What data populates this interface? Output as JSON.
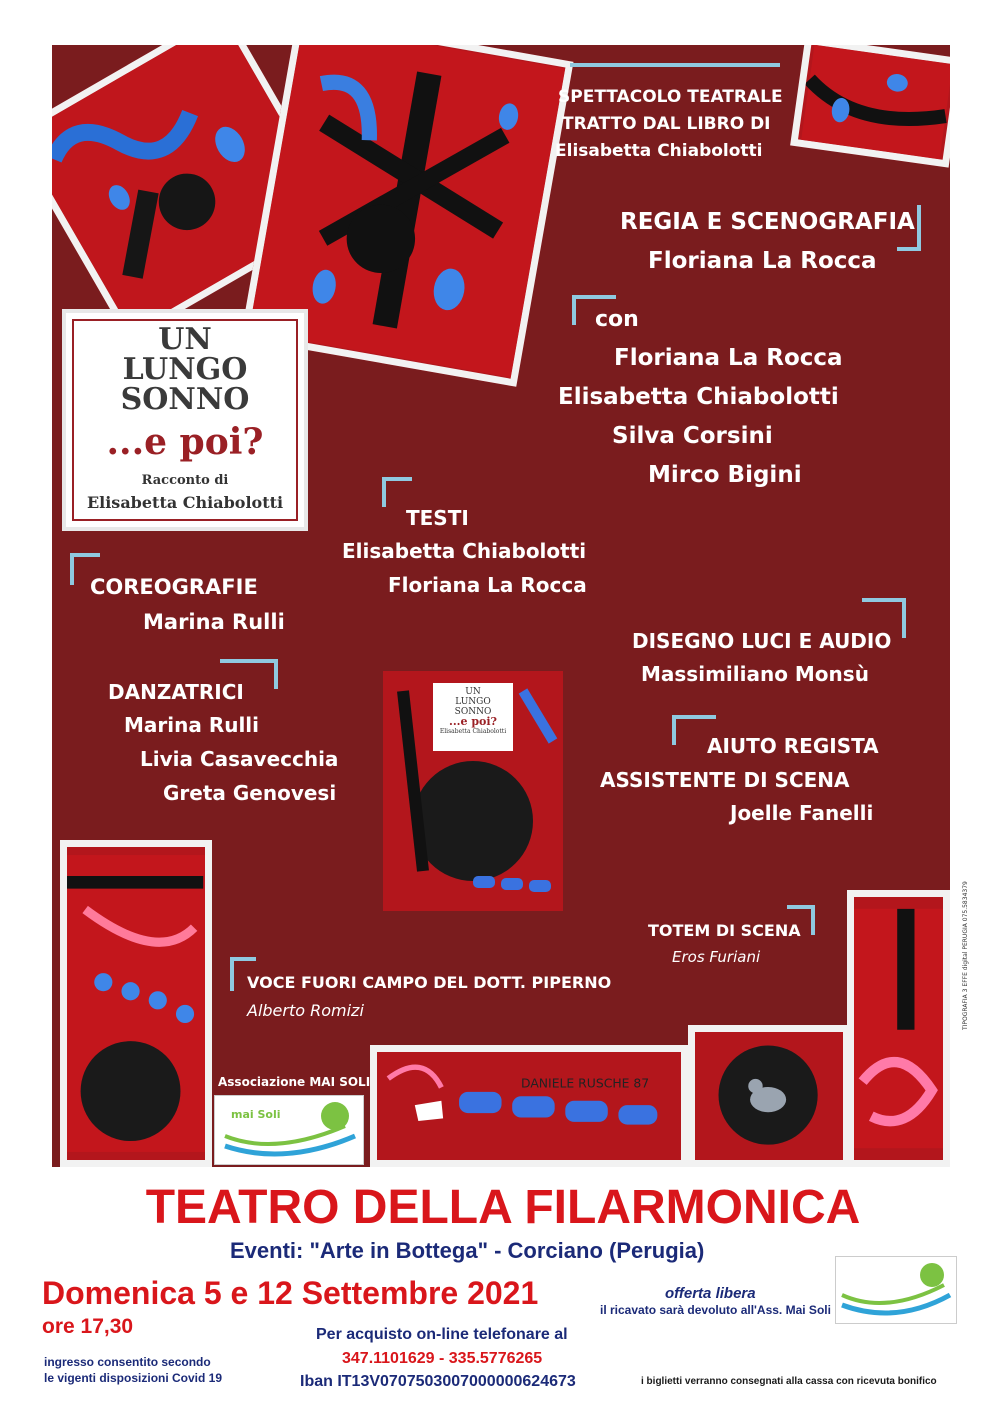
{
  "header": {
    "line1": "SPETTACOLO TEATRALE",
    "line2": "TRATTO DAL LIBRO DI",
    "line3": "Elisabetta Chiabolotti"
  },
  "regia": {
    "title": "REGIA E SCENOGRAFIA",
    "name": "Floriana La Rocca"
  },
  "cast": {
    "title": "con",
    "names": [
      "Floriana La Rocca",
      "Elisabetta Chiabolotti",
      "Silva Corsini",
      "Mirco Bigini"
    ]
  },
  "book": {
    "l1": "UN",
    "l2": "LUNGO",
    "l3": "SONNO",
    "l4": "...e poi?",
    "by": "Racconto di",
    "author": "Elisabetta Chiabolotti"
  },
  "testi": {
    "title": "TESTI",
    "n1": "Elisabetta Chiabolotti",
    "n2": "Floriana La Rocca"
  },
  "coreografie": {
    "title": "COREOGRAFIE",
    "name": "Marina Rulli"
  },
  "luci": {
    "title": "DISEGNO LUCI E AUDIO",
    "name": "Massimiliano Monsù"
  },
  "danzatrici": {
    "title": "DANZATRICI",
    "names": [
      "Marina Rulli",
      "Livia Casavecchia",
      "Greta Genovesi"
    ]
  },
  "aiuto": {
    "title1": "AIUTO REGISTA",
    "title2": "ASSISTENTE DI SCENA",
    "name": "Joelle Fanelli"
  },
  "totem": {
    "title": "TOTEM DI SCENA",
    "name": "Eros Furiani"
  },
  "voce": {
    "title": "VOCE FUORI CAMPO DEL DOTT. PIPERNO",
    "name": "Alberto Romizi"
  },
  "associazione": {
    "label": "Associazione MAI SOLI",
    "logo_text": "mai Soli"
  },
  "signature": "DANIELE RUSCHE 87",
  "side_credit": "TIPOGRAFIA 3 EFFE digital PERUGIA 075.5834379",
  "footer": {
    "venue": "TEATRO DELLA FILARMONICA",
    "events": "Eventi: \"Arte in Bottega\" - Corciano (Perugia)",
    "date": "Domenica 5 e 12 Settembre 2021",
    "time": "ore 17,30",
    "offer": "offerta libera",
    "offer_note": "il ricavato sarà devoluto all'Ass. Mai Soli",
    "purchase": "Per acquisto on-line telefonare al",
    "phones": "347.1101629 - 335.5776265",
    "iban": "Iban IT13V0707503007000000624673",
    "covid1": "ingresso consentito secondo",
    "covid2": "le vigenti disposizioni Covid 19",
    "tickets": "i biglietti verranno consegnati alla cassa con ricevuta bonifico"
  },
  "colors": {
    "background": "#7a1c1e",
    "accent_red": "#d9161b",
    "navy": "#1b2a78",
    "bracket": "#8fc9e0"
  }
}
